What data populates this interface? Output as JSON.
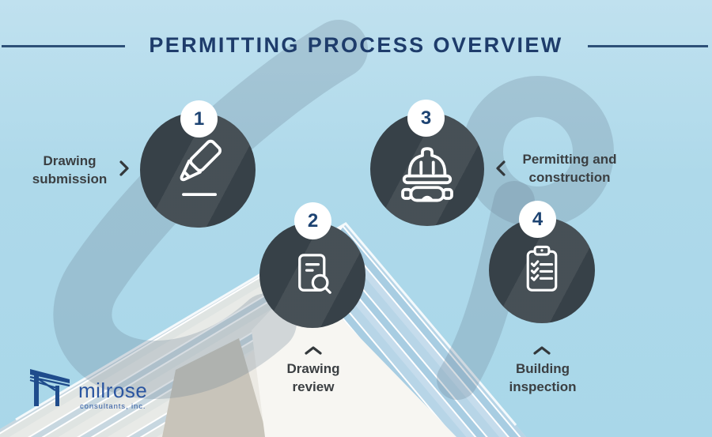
{
  "header": {
    "title": "PERMITTING PROCESS OVERVIEW"
  },
  "steps": [
    {
      "number": "1",
      "label": "Drawing submission",
      "icon": "pencil-icon",
      "pointer": "right"
    },
    {
      "number": "2",
      "label": "Drawing review",
      "icon": "document-search-icon",
      "pointer": "up"
    },
    {
      "number": "3",
      "label": "Permitting and construction",
      "icon": "hard-hat-goggles-icon",
      "pointer": "left"
    },
    {
      "number": "4",
      "label": "Building inspection",
      "icon": "clipboard-checklist-icon",
      "pointer": "up"
    }
  ],
  "logo": {
    "name": "milrose",
    "tagline": "consultants, inc."
  },
  "colors": {
    "background": "#aed9ea",
    "title_navy": "#1e3c6b",
    "circle_dark": "#374148",
    "badge_number_navy": "#1d4372",
    "label_text": "#3b3f42",
    "watermark": "#6a8394",
    "logo_blue": "#2a55a0"
  }
}
